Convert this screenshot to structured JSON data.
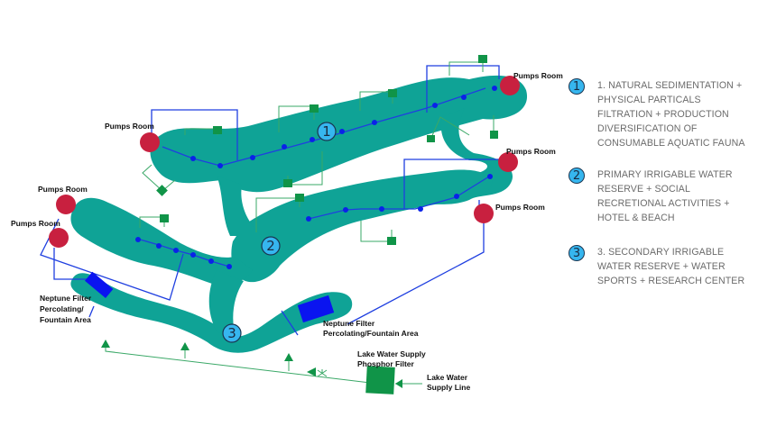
{
  "diagram": {
    "zones": [
      {
        "number": "1",
        "label": "1"
      },
      {
        "number": "2",
        "label": "2"
      },
      {
        "number": "3",
        "label": "3"
      }
    ],
    "labels": {
      "pumps_room": "Pumps Room",
      "neptune_filter_left": [
        "Neptune Filter",
        "Percolating/",
        "Fountain Area"
      ],
      "neptune_filter_right": [
        "Neptune Filter",
        "Percolating/Fountain Area"
      ],
      "lake_supply_filter": [
        "Lake  Water Supply",
        "Phosphor Filter"
      ],
      "lake_supply_line": [
        "Lake  Water",
        "Supply  Line"
      ]
    },
    "colors": {
      "lake": "#0fa396",
      "pumps_room": "#c8203f",
      "pipe_blue": "#1f3fe0",
      "pipe_green": "#3aa867",
      "filter_blue": "#0a14f0",
      "zone_badge": "#36b6ef"
    }
  },
  "legend": [
    {
      "number": "1",
      "text": "1.  NATURAL SEDIMENTATION + PHYSICAL PARTICALS FILTRATION + PRODUCTION DIVERSIFICATION OF CONSUMABLE AQUATIC FAUNA"
    },
    {
      "number": "2",
      "text": "PRIMARY IRRIGABLE WATER RESERVE + SOCIAL RECRETIONAL ACTIVITIES + HOTEL & BEACH"
    },
    {
      "number": "3",
      "text": "3.  SECONDARY IRRIGABLE WATER RESERVE + WATER SPORTS + RESEARCH CENTER"
    }
  ]
}
